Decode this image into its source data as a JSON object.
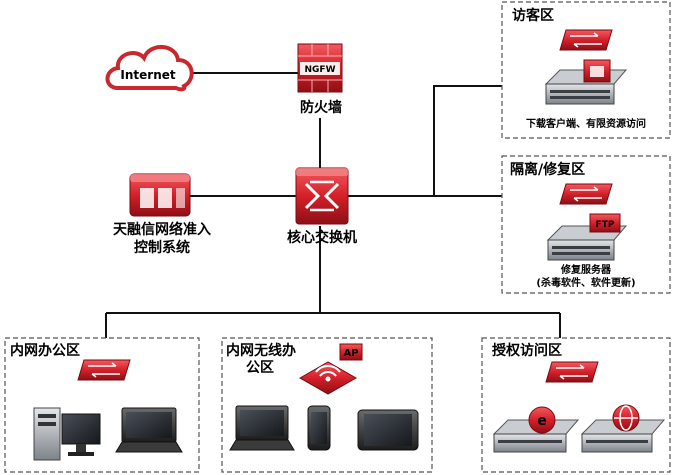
{
  "nodes": {
    "internet": "Internet",
    "firewall": "防火墙",
    "firewall_brand": "NGFW",
    "core_switch": "核心交换机",
    "nac_line1": "天融信网络准入",
    "nac_line2": "控制系统"
  },
  "zones": {
    "guest": {
      "title": "访客区",
      "caption": "下载客户端、有限资源访问"
    },
    "quarantine": {
      "title": "隔离/修复区",
      "server_tag": "FTP",
      "caption_line1": "修复服务器",
      "caption_line2": "(杀毒软件、软件更新)"
    },
    "office": {
      "title": "内网办公区"
    },
    "wireless": {
      "title_line1": "内网无线办",
      "title_line2": "公区",
      "ap_tag": "AP"
    },
    "authorized": {
      "title": "授权访问区",
      "server_tag": "e"
    }
  },
  "colors": {
    "device_red": "#d4202a",
    "device_dark_red": "#9e1218",
    "cloud_red": "#c8282e",
    "server_gray": "#8a8f96"
  }
}
